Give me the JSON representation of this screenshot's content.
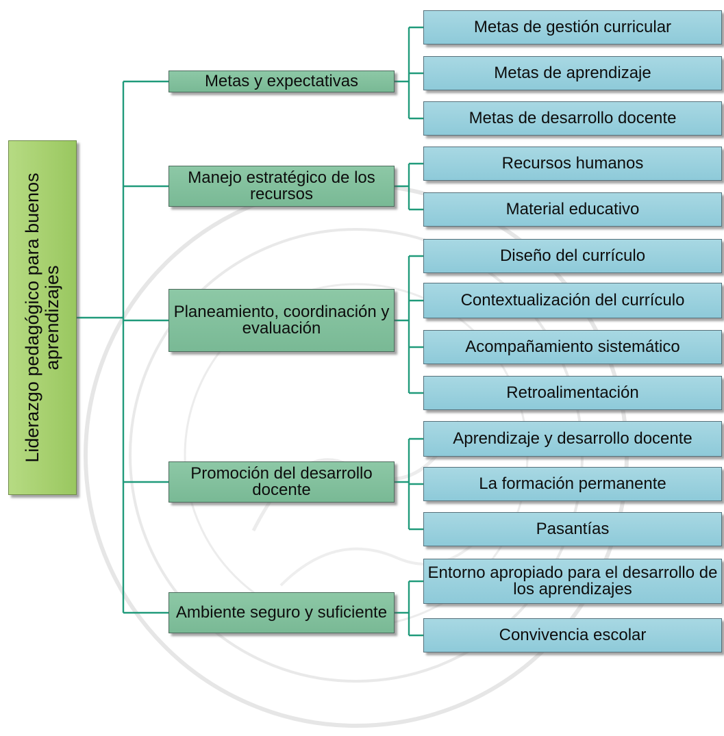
{
  "diagram": {
    "root": {
      "label": "Liderazgo pedagógico para buenos\naprendizajes"
    },
    "branches": [
      {
        "id": "metas",
        "label": "Metas y expectativas",
        "children": [
          {
            "label": "Metas de gestión curricular"
          },
          {
            "label": "Metas de aprendizaje"
          },
          {
            "label": "Metas de desarrollo docente"
          }
        ]
      },
      {
        "id": "recursos",
        "label": "Manejo estratégico de los recursos",
        "children": [
          {
            "label": "Recursos humanos"
          },
          {
            "label": "Material educativo"
          }
        ]
      },
      {
        "id": "planeamiento",
        "label": "Planeamiento, coordinación y evaluación",
        "children": [
          {
            "label": "Diseño del currículo"
          },
          {
            "label": "Contextualización del currículo"
          },
          {
            "label": "Acompañamiento sistemático"
          },
          {
            "label": "Retroalimentación"
          }
        ]
      },
      {
        "id": "promocion",
        "label": "Promoción del desarrollo docente",
        "children": [
          {
            "label": "Aprendizaje y desarrollo docente"
          },
          {
            "label": "La formación permanente"
          },
          {
            "label": "Pasantías"
          }
        ]
      },
      {
        "id": "ambiente",
        "label": "Ambiente seguro y suficiente",
        "children": [
          {
            "label": "Entorno apropiado para el desarrollo de los aprendizajes"
          },
          {
            "label": "Convivencia escolar"
          }
        ]
      }
    ]
  },
  "colors": {
    "connector": "#1f9a7a",
    "root_fill": "#a7d06f",
    "branch_fill": "#82bf9c",
    "leaf_fill": "#9dd2de",
    "watermark": "#e3e3e3"
  }
}
